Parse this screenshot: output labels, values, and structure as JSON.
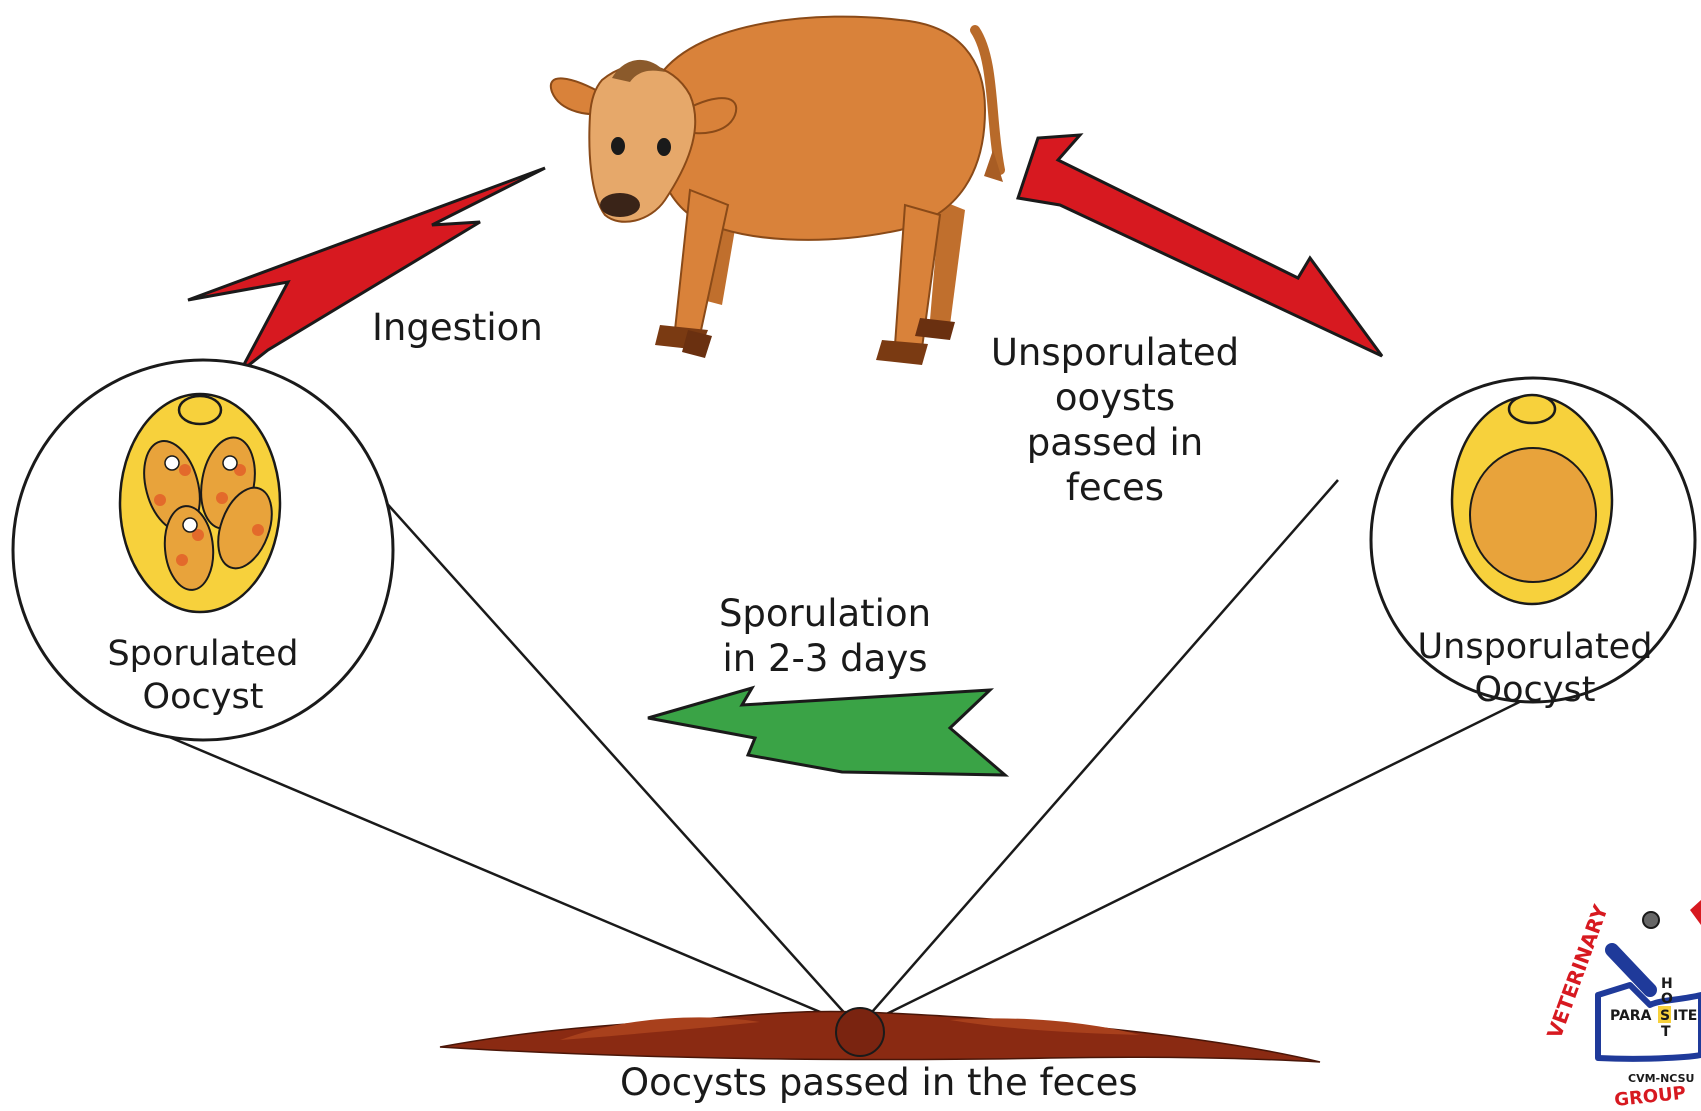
{
  "labels": {
    "ingestion": "Ingestion",
    "unsporulated_passed": [
      "Unsporulated",
      "ooysts",
      "passed in",
      "feces"
    ],
    "sporulation": [
      "Sporulation",
      "in 2-3 days"
    ],
    "sporulated_oocyst": [
      "Sporulated",
      "Oocyst"
    ],
    "unsporulated_oocyst": [
      "Unsporulated",
      "Oocyst"
    ],
    "feces_caption": "Oocysts passed in the feces"
  },
  "logo": {
    "texts": [
      "VETERINARY",
      "H",
      "O",
      "PARA",
      "S",
      "ITE",
      "T",
      "CVM-NCSU",
      "GROUP"
    ]
  },
  "colors": {
    "red_arrow": "#d71920",
    "green_arrow": "#3aa346",
    "oocyst_yellow": "#f7d13c",
    "sporocyst_orange": "#e8a33b",
    "calf": "#d9823a",
    "feces": "#8a2a12"
  }
}
